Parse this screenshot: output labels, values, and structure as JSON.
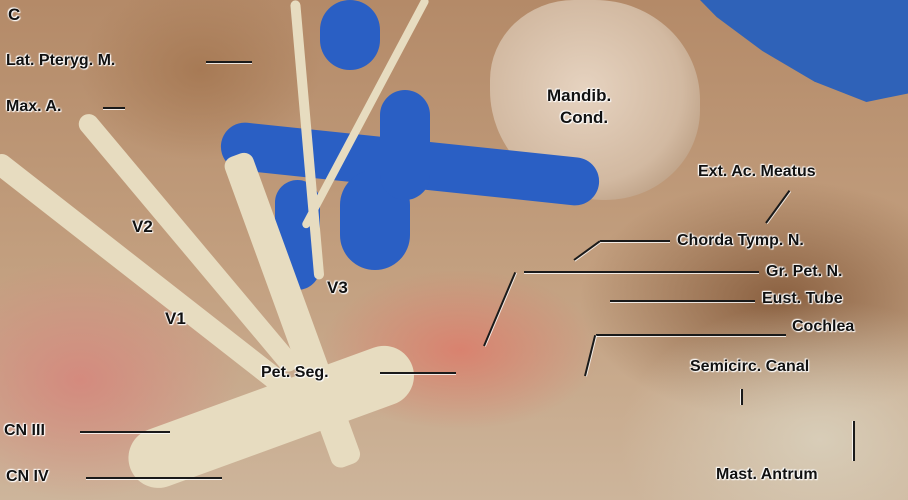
{
  "figure": {
    "panel_letter": "C",
    "colors": {
      "injected_vessel_blue": "#2f62b8",
      "tissue_tan": "#c3a080",
      "nerve_cream": "#e7dcc0",
      "muscle_pink": "#d48a7e"
    },
    "labels": {
      "lat_pteryg": "Lat. Pteryg. M.",
      "max_a": "Max. A.",
      "mandib": "Mandib.",
      "cond": "Cond.",
      "ext_ac_meatus": "Ext. Ac. Meatus",
      "chorda_tymp": "Chorda Tymp. N.",
      "gr_pet": "Gr. Pet. N.",
      "eust_tube": "Eust. Tube",
      "cochlea": "Cochlea",
      "semicirc": "Semicirc. Canal",
      "mast_antrum": "Mast. Antrum",
      "v1": "V1",
      "v2": "V2",
      "v3": "V3",
      "pet_seg": "Pet. Seg.",
      "cn_iii": "CN III",
      "cn_iv": "CN IV"
    }
  }
}
